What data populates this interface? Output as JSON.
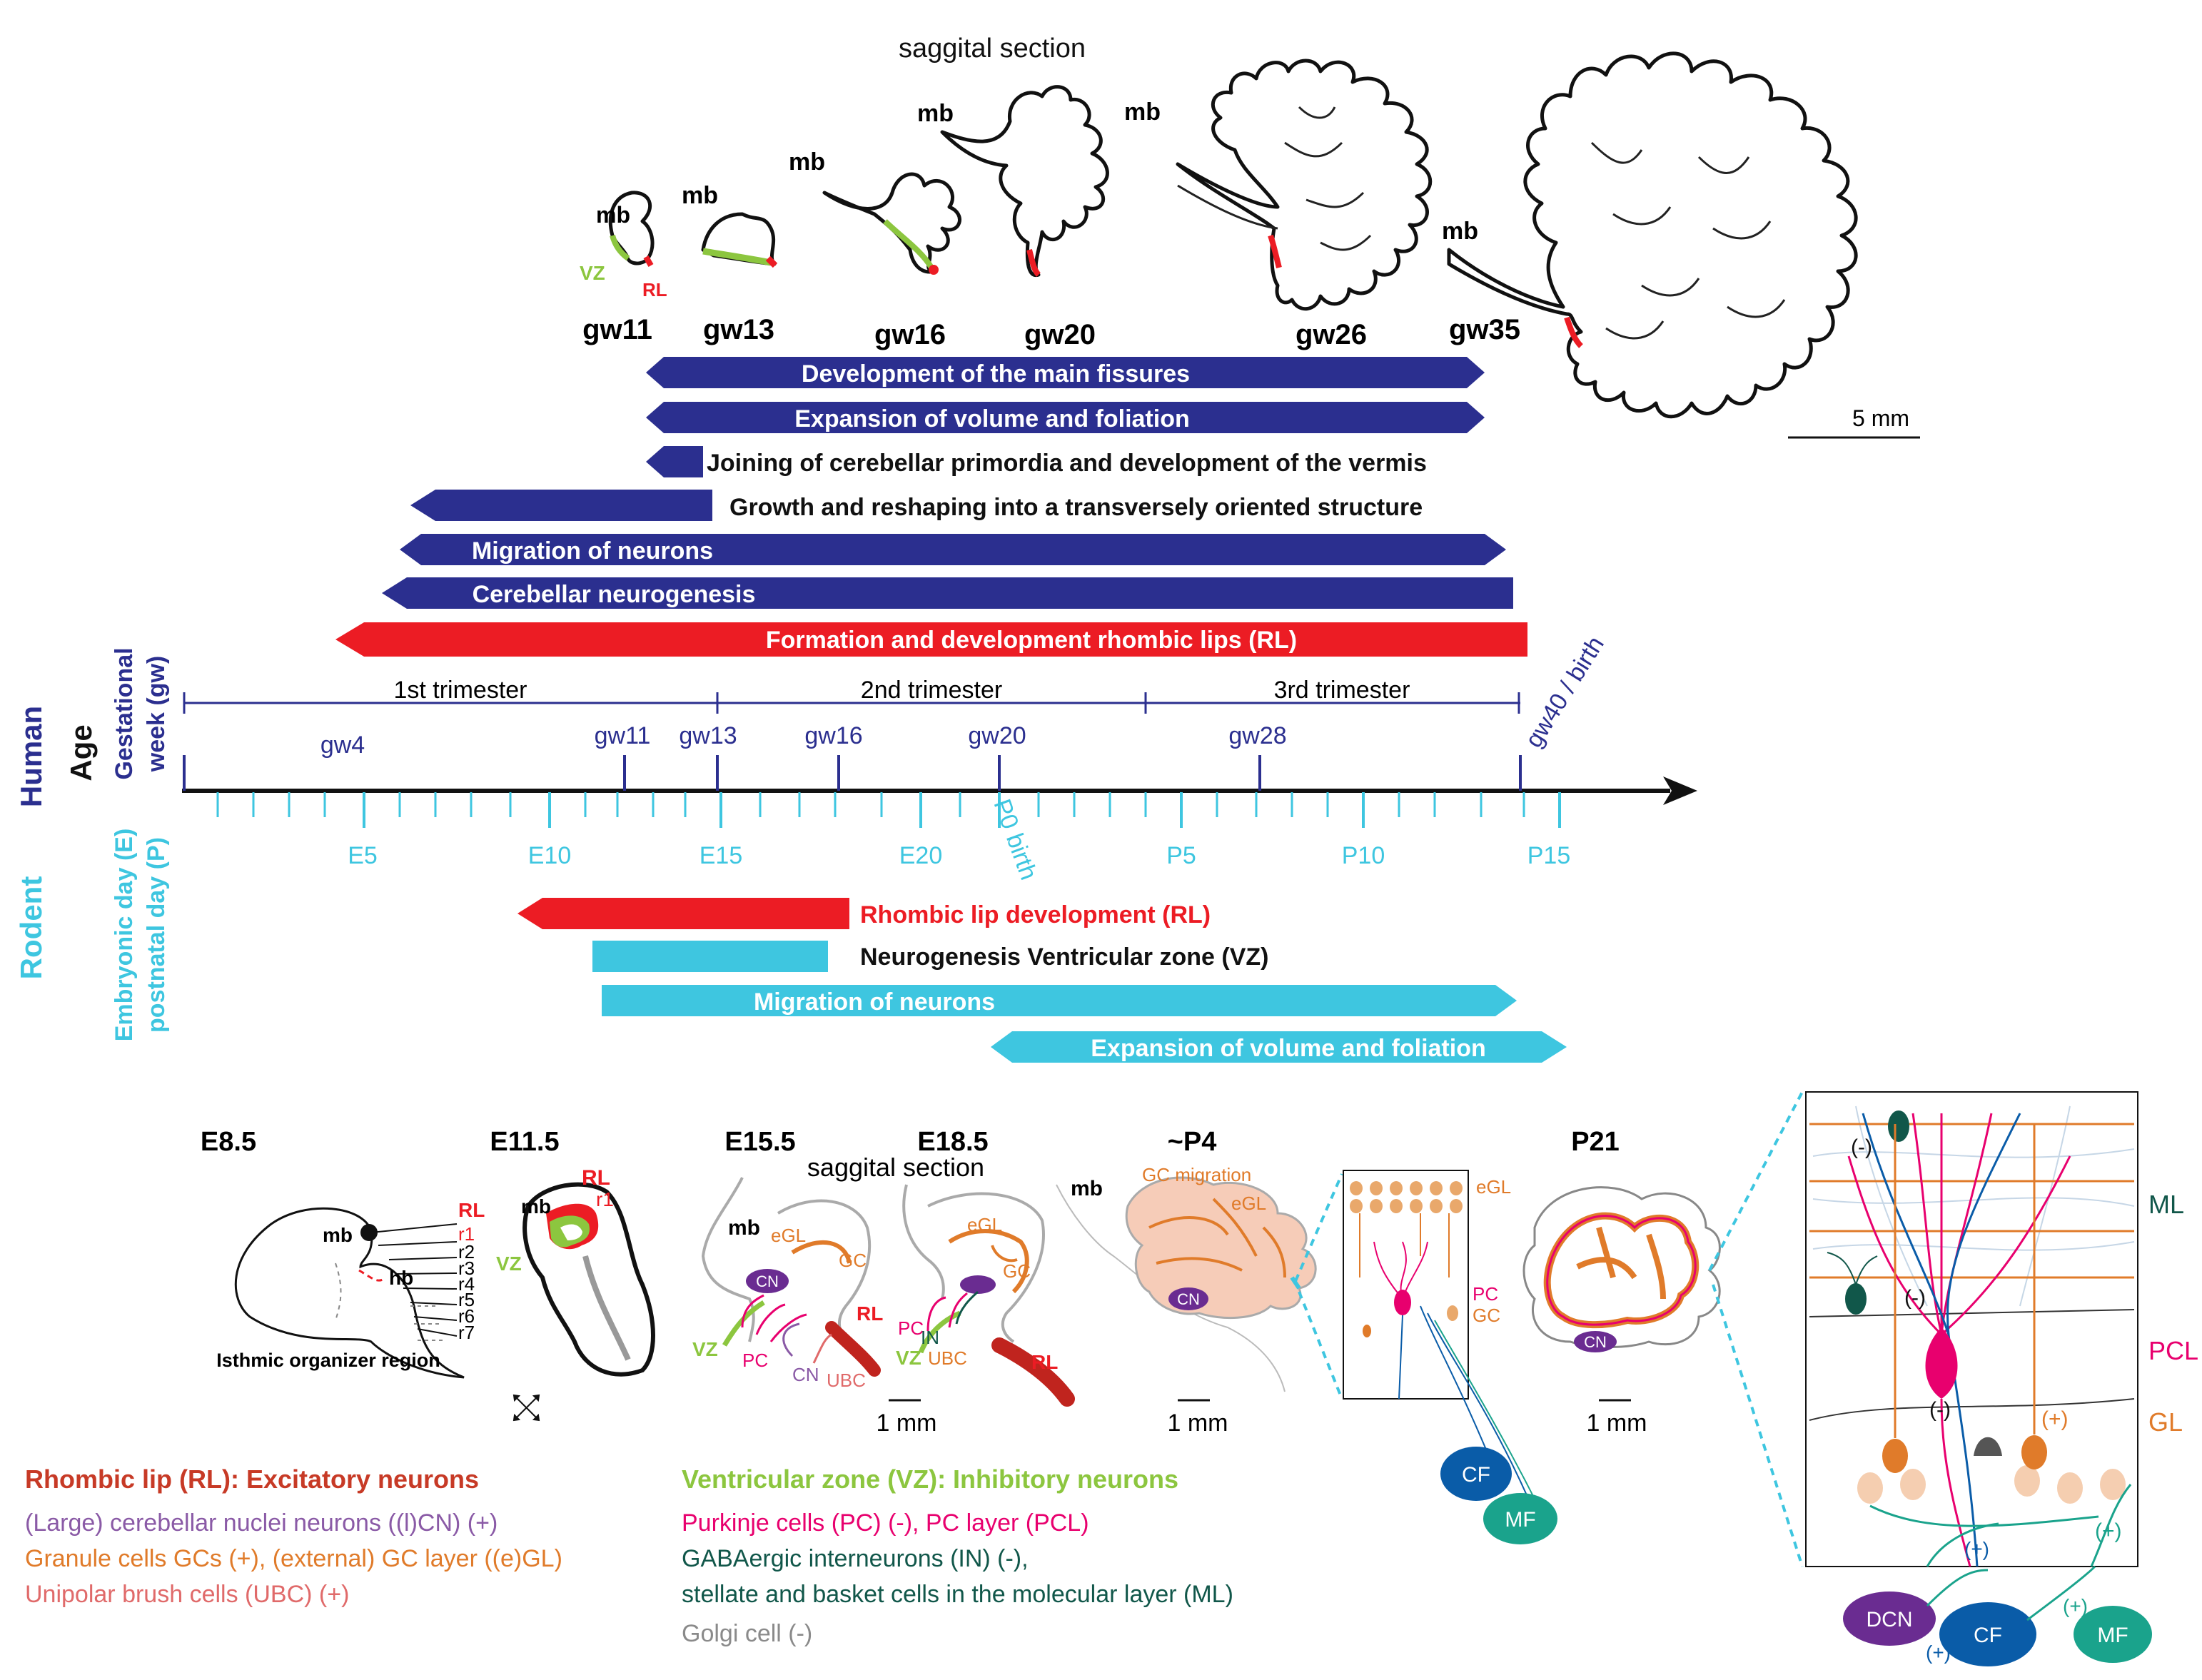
{
  "colors": {
    "human": "#2b2f8f",
    "red": "#ec1c24",
    "rodent": "#3ec6e0",
    "green": "#8cc63f",
    "purple": "#6a2c91",
    "orange": "#e07b2a",
    "pink": "#e8006e",
    "teal": "#1aa38c",
    "darkgreen": "#11574a",
    "gray": "#8a8a8a",
    "ubc": "#e06a6a",
    "cfblue": "#0a5ca8"
  },
  "top": {
    "section_title": "saggital section",
    "mb": "mb",
    "vz": "VZ",
    "rl": "RL",
    "stages": [
      "gw11",
      "gw13",
      "gw16",
      "gw20",
      "gw26",
      "gw35"
    ],
    "scale": "5 mm"
  },
  "human_bars": [
    {
      "label": "Development of the main fissures"
    },
    {
      "label": "Expansion of volume and foliation"
    },
    {
      "label": "Joining of cerebellar primordia and development of the vermis"
    },
    {
      "label": "Growth and reshaping into a transversely oriented structure"
    },
    {
      "label": "Migration of neurons"
    },
    {
      "label": "Cerebellar neurogenesis"
    },
    {
      "label": "Formation and development rhombic lips (RL)"
    }
  ],
  "timeline": {
    "human_label": "Human",
    "age_label": "Age",
    "rodent_label": "Rodent",
    "gest_line1": "Gestational",
    "gest_line2": "week (gw)",
    "emb_line1": "Embryonic day (E)",
    "emb_line2": "postnatal day (P)",
    "trimesters": [
      "1st trimester",
      "2nd trimester",
      "3rd trimester"
    ],
    "gw_ticks": [
      "gw4",
      "gw11",
      "gw13",
      "gw16",
      "gw20",
      "gw28"
    ],
    "birth": "gw40 / birth",
    "rodent_ticks": [
      "E5",
      "E10",
      "E15",
      "E20",
      "P5",
      "P10",
      "P15"
    ],
    "p0": "P0 birth"
  },
  "rodent_bars": [
    {
      "label": "Rhombic lip development (RL)"
    },
    {
      "label": "Neurogenesis Ventricular zone (VZ)"
    },
    {
      "label": "Migration of neurons"
    },
    {
      "label": "Expansion of volume and foliation"
    }
  ],
  "bottom": {
    "stages": [
      "E8.5",
      "E11.5",
      "E15.5",
      "E18.5",
      "~P4",
      "P21"
    ],
    "section_title": "saggital section",
    "mb": "mb",
    "hb": "hb",
    "rl": "RL",
    "r1": "r1",
    "vz": "VZ",
    "rhombomeres": [
      "RL",
      "r1",
      "r2",
      "r3",
      "r4",
      "r5",
      "r6",
      "r7"
    ],
    "isthmic": "Isthmic organizer region",
    "egl": "eGL",
    "gc": "GC",
    "cn": "CN",
    "pc": "PC",
    "in": "IN",
    "ubc": "UBC",
    "gc_migration": "GC migration",
    "scale": "1 mm",
    "cf": "CF",
    "mf": "MF",
    "dcn": "DCN",
    "plus": "(+)",
    "minus": "(-)",
    "layers": [
      "ML",
      "PCL",
      "GL"
    ]
  },
  "legend": {
    "rl_title": "Rhombic lip (RL): Excitatory neurons",
    "rl_items": [
      "(Large) cerebellar nuclei neurons ((l)CN) (+)",
      "Granule cells GCs (+), (external) GC layer ((e)GL)",
      "Unipolar brush cells (UBC) (+)"
    ],
    "vz_title": "Ventricular zone (VZ): Inhibitory neurons",
    "vz_items": [
      "Purkinje cells (PC) (-), PC layer (PCL)",
      "GABAergic interneurons (IN) (-),",
      "stellate and basket cells in the molecular layer (ML)",
      "Golgi cell (-)"
    ]
  }
}
